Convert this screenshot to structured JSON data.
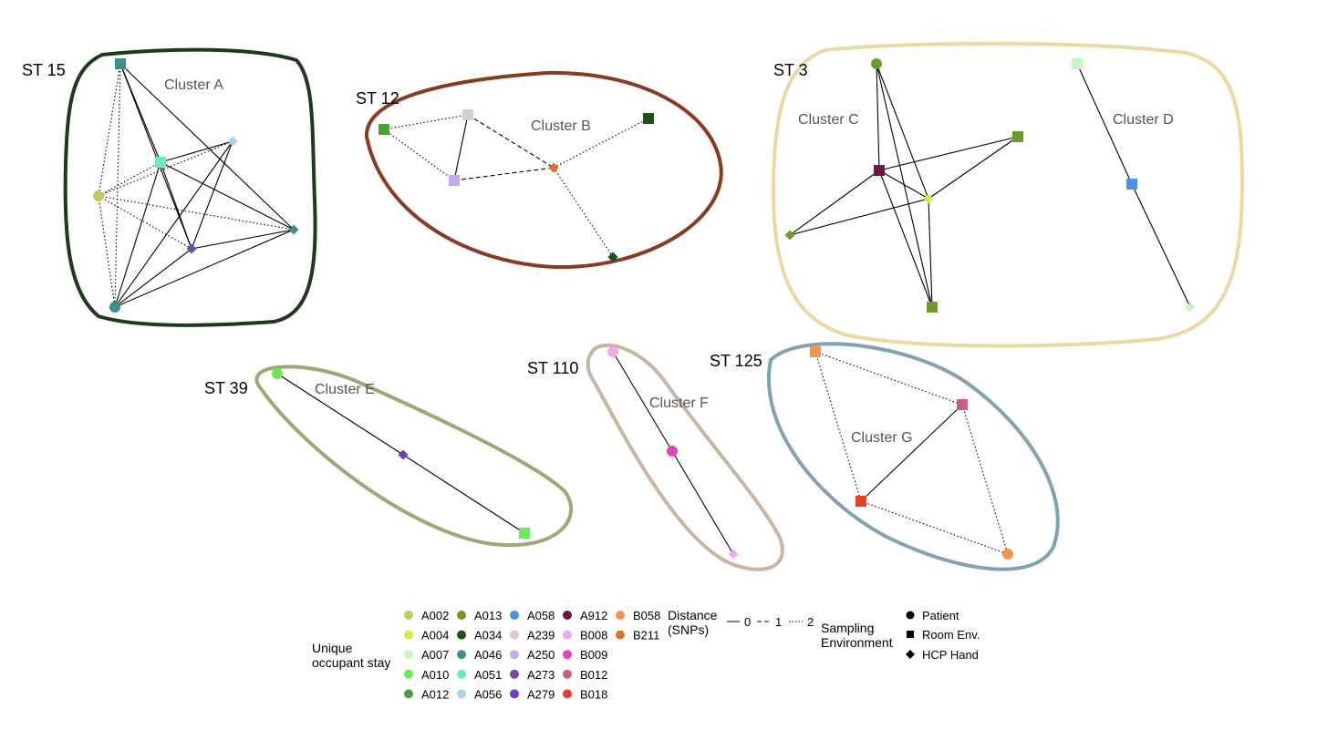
{
  "clusters": [
    {
      "id": "A",
      "st": "ST 15",
      "label": "Cluster A",
      "hull": "#1f3a1a",
      "nodes": [
        {
          "id": "n1",
          "stay": "A046",
          "env": "Room Env."
        },
        {
          "id": "n2",
          "stay": "A056",
          "env": "HCP Hand"
        },
        {
          "id": "n3",
          "stay": "A051",
          "env": "Room Env."
        },
        {
          "id": "n4",
          "stay": "A002",
          "env": "Patient"
        },
        {
          "id": "n5",
          "stay": "A046",
          "env": "HCP Hand"
        },
        {
          "id": "n6",
          "stay": "A273",
          "env": "HCP Hand"
        },
        {
          "id": "n7",
          "stay": "A046",
          "env": "Patient"
        }
      ],
      "edges": [
        [
          "n1",
          "n3",
          0
        ],
        [
          "n1",
          "n6",
          0
        ],
        [
          "n1",
          "n5",
          0
        ],
        [
          "n1",
          "n4",
          2
        ],
        [
          "n1",
          "n7",
          2
        ],
        [
          "n2",
          "n3",
          0
        ],
        [
          "n2",
          "n6",
          0
        ],
        [
          "n2",
          "n7",
          0
        ],
        [
          "n2",
          "n4",
          2
        ],
        [
          "n3",
          "n5",
          0
        ],
        [
          "n3",
          "n6",
          0
        ],
        [
          "n3",
          "n7",
          0
        ],
        [
          "n3",
          "n4",
          2
        ],
        [
          "n4",
          "n5",
          2
        ],
        [
          "n4",
          "n6",
          2
        ],
        [
          "n4",
          "n7",
          2
        ],
        [
          "n5",
          "n6",
          0
        ],
        [
          "n5",
          "n7",
          0
        ],
        [
          "n6",
          "n7",
          0
        ]
      ]
    },
    {
      "id": "B",
      "st": "ST 12",
      "label": "Cluster B",
      "hull": "#8b3a22",
      "nodes": [
        {
          "id": "b1",
          "stay": "A012",
          "env": "Room Env."
        },
        {
          "id": "b2",
          "stay": "A239",
          "env": "Room Env."
        },
        {
          "id": "b3",
          "stay": "A250",
          "env": "Room Env."
        },
        {
          "id": "b4",
          "stay": "B211",
          "env": "HCP Hand"
        },
        {
          "id": "b5",
          "stay": "A034",
          "env": "Room Env."
        },
        {
          "id": "b6",
          "stay": "A034",
          "env": "HCP Hand"
        }
      ],
      "edges": [
        [
          "b1",
          "b2",
          2
        ],
        [
          "b1",
          "b3",
          2
        ],
        [
          "b2",
          "b3",
          0
        ],
        [
          "b2",
          "b4",
          1
        ],
        [
          "b3",
          "b4",
          1
        ],
        [
          "b4",
          "b5",
          2
        ],
        [
          "b4",
          "b6",
          2
        ]
      ]
    },
    {
      "id": "C",
      "st": "ST 3",
      "label": "Cluster C",
      "hull": "#ead9a1",
      "nodes": [
        {
          "id": "c1",
          "stay": "A013",
          "env": "Patient"
        },
        {
          "id": "c2",
          "stay": "A912",
          "env": "Room Env."
        },
        {
          "id": "c3",
          "stay": "A013",
          "env": "Room Env."
        },
        {
          "id": "c4",
          "stay": "A004",
          "env": "HCP Hand"
        },
        {
          "id": "c5",
          "stay": "A013",
          "env": "HCP Hand"
        },
        {
          "id": "c6",
          "stay": "A013",
          "env": "Room Env."
        }
      ],
      "edges": [
        [
          "c1",
          "c2",
          0
        ],
        [
          "c1",
          "c4",
          0
        ],
        [
          "c1",
          "c6",
          0
        ],
        [
          "c2",
          "c3",
          0
        ],
        [
          "c2",
          "c4",
          0
        ],
        [
          "c2",
          "c5",
          0
        ],
        [
          "c2",
          "c6",
          0
        ],
        [
          "c3",
          "c4",
          0
        ],
        [
          "c4",
          "c5",
          0
        ],
        [
          "c4",
          "c6",
          0
        ]
      ]
    },
    {
      "id": "D",
      "st": "",
      "label": "Cluster D",
      "hull": "",
      "nodes": [
        {
          "id": "d1",
          "stay": "A007",
          "env": "Room Env."
        },
        {
          "id": "d2",
          "stay": "A058",
          "env": "Room Env."
        },
        {
          "id": "d3",
          "stay": "A007",
          "env": "HCP Hand"
        }
      ],
      "edges": [
        [
          "d1",
          "d2",
          0
        ],
        [
          "d2",
          "d3",
          0
        ]
      ]
    },
    {
      "id": "E",
      "st": "ST 39",
      "label": "Cluster E",
      "hull": "#a0a775",
      "nodes": [
        {
          "id": "e1",
          "stay": "A010",
          "env": "Patient"
        },
        {
          "id": "e2",
          "stay": "A279",
          "env": "HCP Hand"
        },
        {
          "id": "e3",
          "stay": "A010",
          "env": "Room Env."
        }
      ],
      "edges": [
        [
          "e1",
          "e2",
          0
        ],
        [
          "e2",
          "e3",
          0
        ]
      ]
    },
    {
      "id": "F",
      "st": "ST 110",
      "label": "Cluster F",
      "hull": "#c9b6a2",
      "nodes": [
        {
          "id": "f1",
          "stay": "B008",
          "env": "Patient"
        },
        {
          "id": "f2",
          "stay": "B009",
          "env": "Patient"
        },
        {
          "id": "f3",
          "stay": "B008",
          "env": "HCP Hand"
        }
      ],
      "edges": [
        [
          "f1",
          "f2",
          0
        ],
        [
          "f2",
          "f3",
          0
        ]
      ]
    },
    {
      "id": "G",
      "st": "ST 125",
      "label": "Cluster G",
      "hull": "#82a3ad",
      "nodes": [
        {
          "id": "g1",
          "stay": "B058",
          "env": "Room Env."
        },
        {
          "id": "g2",
          "stay": "B012",
          "env": "Room Env."
        },
        {
          "id": "g3",
          "stay": "B018",
          "env": "Room Env."
        },
        {
          "id": "g4",
          "stay": "B058",
          "env": "Patient"
        }
      ],
      "edges": [
        [
          "g1",
          "g2",
          2
        ],
        [
          "g1",
          "g3",
          2
        ],
        [
          "g2",
          "g3",
          0
        ],
        [
          "g2",
          "g4",
          2
        ],
        [
          "g3",
          "g4",
          2
        ]
      ]
    }
  ],
  "legend": {
    "stay_title_line1": "Unique",
    "stay_title_line2": "occupant stay",
    "stays": [
      {
        "code": "A002",
        "color": "#c5c95a"
      },
      {
        "code": "A004",
        "color": "#d3ea45"
      },
      {
        "code": "A007",
        "color": "#c7f6c0"
      },
      {
        "code": "A010",
        "color": "#6cea54"
      },
      {
        "code": "A012",
        "color": "#4aa13a"
      },
      {
        "code": "A013",
        "color": "#6e9a2e"
      },
      {
        "code": "A034",
        "color": "#1f5213"
      },
      {
        "code": "A046",
        "color": "#3e8e8a"
      },
      {
        "code": "A051",
        "color": "#6deab7"
      },
      {
        "code": "A056",
        "color": "#a7d2f0"
      },
      {
        "code": "A058",
        "color": "#4a94e6"
      },
      {
        "code": "A239",
        "color": "#d8c8dc"
      },
      {
        "code": "A250",
        "color": "#c4a8ea"
      },
      {
        "code": "A273",
        "color": "#6f4f96"
      },
      {
        "code": "A279",
        "color": "#6d3fba"
      },
      {
        "code": "A912",
        "color": "#6b1747"
      },
      {
        "code": "B008",
        "color": "#eeaaea"
      },
      {
        "code": "B009",
        "color": "#e047b2"
      },
      {
        "code": "B012",
        "color": "#cc5c8c"
      },
      {
        "code": "B018",
        "color": "#e84026"
      },
      {
        "code": "B058",
        "color": "#ef9550"
      },
      {
        "code": "B211",
        "color": "#de6f2a"
      }
    ],
    "distance_title_line1": "Distance",
    "distance_title_line2": "(SNPs)",
    "distances": [
      "0",
      "1",
      "2"
    ],
    "env_title_line1": "Sampling",
    "env_title_line2": "Environment",
    "envs": [
      "Patient",
      "Room Env.",
      "HCP Hand"
    ]
  }
}
